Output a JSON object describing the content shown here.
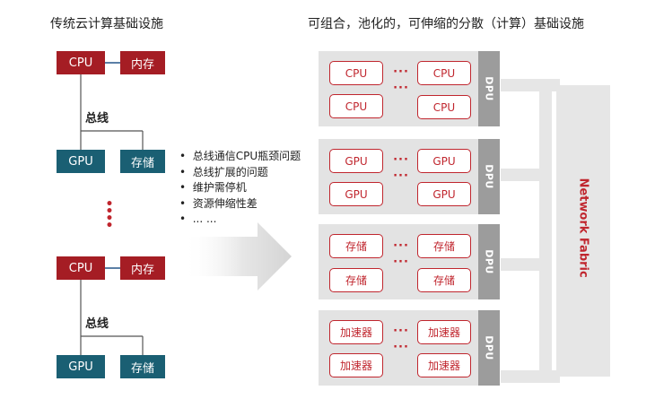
{
  "left": {
    "title": "传统云计算基础设施",
    "cpu_label": "CPU",
    "mem_label": "内存",
    "bus_label": "总线",
    "gpu_label": "GPU",
    "storage_label": "存储",
    "ellipsis": "⋮"
  },
  "issues": [
    "总线通信CPU瓶颈问题",
    "总线扩展的问题",
    "维护需停机",
    "资源伸缩性差",
    "... ..."
  ],
  "right": {
    "title": "可组合，池化的，可伸缩的分散（计算）基础设施",
    "dpu_label": "DPU",
    "fabric_label": "Network Fabric",
    "pools": [
      {
        "cells": [
          "CPU",
          "CPU",
          "CPU",
          "CPU"
        ]
      },
      {
        "cells": [
          "GPU",
          "GPU",
          "GPU",
          "GPU"
        ]
      },
      {
        "cells": [
          "存储",
          "存储",
          "存储",
          "存储"
        ]
      },
      {
        "cells": [
          "加速器",
          "加速器",
          "加速器",
          "加速器"
        ]
      }
    ]
  },
  "colors": {
    "red": "#a51d24",
    "teal": "#1a5f73",
    "fabric": "#c0262e",
    "panel": "#e3e3e3",
    "dpu": "#9c9c9c"
  }
}
